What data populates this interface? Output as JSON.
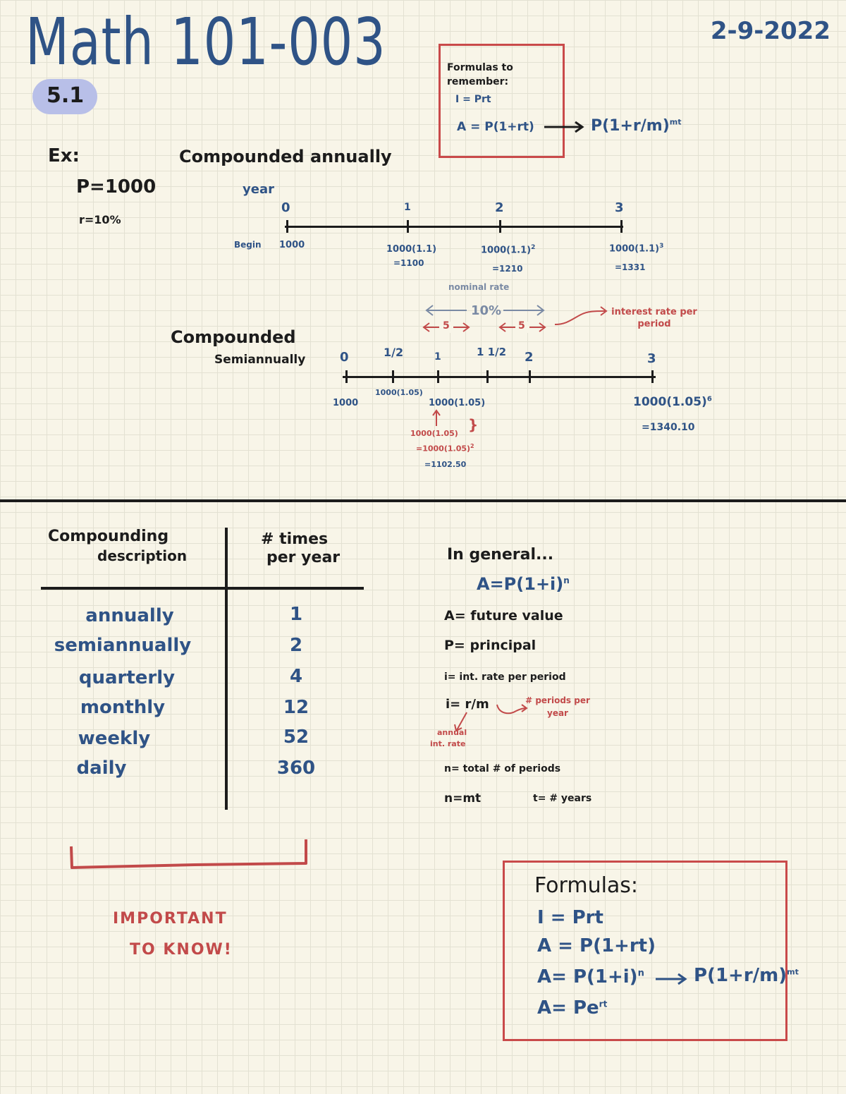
{
  "header": {
    "title": "Math 101-003",
    "date": "2-9-2022",
    "section": "5.1"
  },
  "formulas_small": {
    "heading": "Formulas to remember:",
    "items": [
      "I = Prt",
      "A = P(1+rt)",
      "P(1+r/m)"
    ],
    "superscript": "mt"
  },
  "example": {
    "label": "Ex:",
    "p": "P=1000",
    "r": "r=10%"
  },
  "annual": {
    "title": "Compounded annually",
    "axis_label": "year",
    "ticks": [
      "0",
      "1",
      "2",
      "3"
    ],
    "values": [
      "1000",
      "1000(1.1)",
      "=1100",
      "1000(1.1)",
      "=1210",
      "1000(1.1)",
      "=1331"
    ],
    "exponents": [
      "2",
      "3"
    ],
    "left_label": "Begin"
  },
  "rates": {
    "nominal": "nominal rate",
    "pct10": "10%",
    "five_a": "5",
    "five_b": "5",
    "interest_rate_per_period": "interest rate per period"
  },
  "semi": {
    "title_1": "Compounded",
    "title_2": "Semiannually",
    "ticks": [
      "0",
      "1/2",
      "1",
      "1 1/2",
      "2",
      "3"
    ],
    "values": [
      "1000",
      "1000(1.05)",
      "1000(1.05)",
      "1000(1.05)"
    ],
    "exp6": "6",
    "final": "=1340.10",
    "red_1": "1000(1.05)",
    "red_2": "=1000(1.05)",
    "red_exp": "2",
    "red_3": "=1102.50"
  },
  "table": {
    "col1_line1": "Compounding",
    "col1_line2": "description",
    "col2_line1": "# times",
    "col2_line2": "per year",
    "rows": [
      {
        "desc": "annually",
        "num": "1"
      },
      {
        "desc": "semiannually",
        "num": "2"
      },
      {
        "desc": "quarterly",
        "num": "4"
      },
      {
        "desc": "monthly",
        "num": "12"
      },
      {
        "desc": "weekly",
        "num": "52"
      },
      {
        "desc": "daily",
        "num": "360"
      }
    ],
    "important_1": "IMPORTANT",
    "important_2": "TO KNOW!"
  },
  "general": {
    "heading": "In general...",
    "formula": "A=P(1+i)",
    "formula_exp": "n",
    "a_def": "A= future value",
    "p_def": "P= principal",
    "i_def": "i= int. rate per period",
    "i_eq": "i= r/m",
    "periods_note": "# periods per year",
    "annual_note_1": "annual",
    "annual_note_2": "int. rate",
    "n_def": "n= total # of periods",
    "n_eq": "n=mt",
    "t_def": "t= # years"
  },
  "formulas_box": {
    "heading": "Formulas:",
    "items": [
      "I = Prt",
      "A = P(1+rt)",
      "A= P(1+i)",
      "A= Pe"
    ],
    "arrow_target": "P(1+r/m)",
    "exp_n": "n",
    "exp_mt": "mt",
    "exp_rt": "rt"
  }
}
